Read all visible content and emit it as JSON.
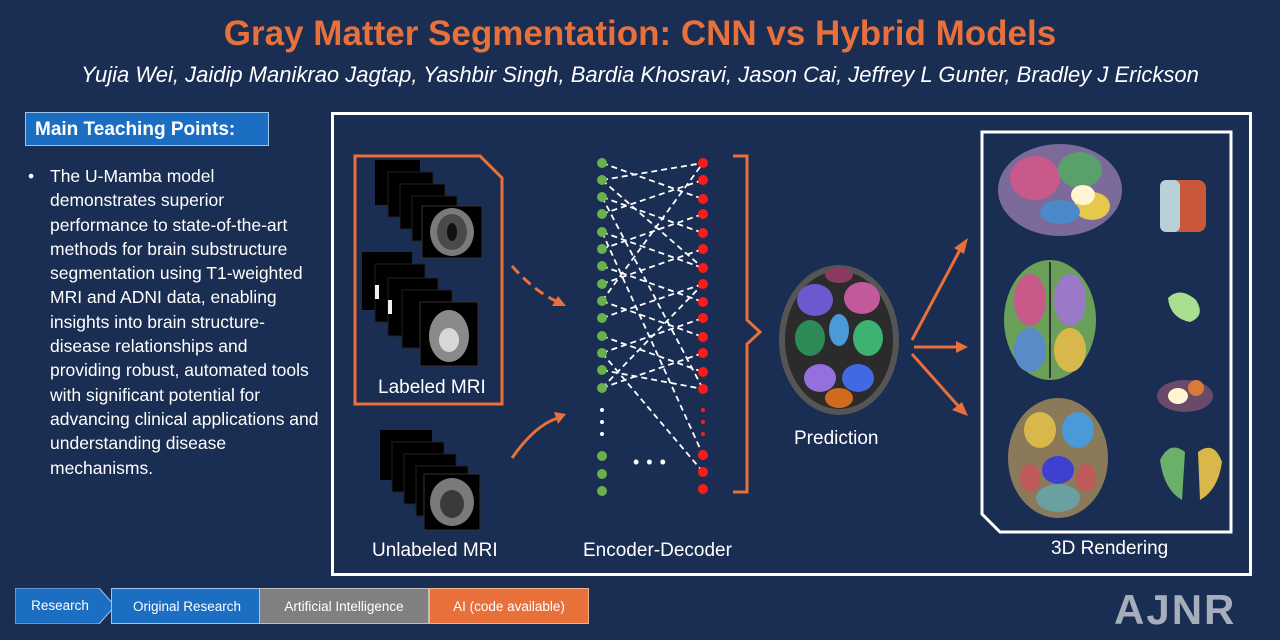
{
  "header": {
    "title": "Gray Matter Segmentation: CNN vs Hybrid Models",
    "authors": "Yujia Wei, Jaidip Manikrao Jagtap, Yashbir Singh, Bardia Khosravi, Jason Cai, Jeffrey L Gunter, Bradley J Erickson"
  },
  "sidebar": {
    "heading": "Main Teaching Points:",
    "bullet_symbol": "•",
    "bullet_text": "The U-Mamba model demonstrates superior performance to state-of-the-art methods for brain substructure segmentation using T1-weighted MRI and ADNI data, enabling insights into brain structure-disease relationships and providing robust, automated tools with significant potential for advancing clinical applications and understanding disease mechanisms."
  },
  "diagram": {
    "labeled_label": "Labeled MRI",
    "unlabeled_label": "Unlabeled MRI",
    "network_label": "Encoder-Decoder",
    "prediction_label": "Prediction",
    "rendering_label": "3D Rendering",
    "ellipsis": "• • •",
    "colors": {
      "accent": "#e8703a",
      "encoder_node": "#6ab04c",
      "decoder_node": "#ff1a1a",
      "background": "#1a2d52"
    }
  },
  "footer": {
    "tags": {
      "research": "Research",
      "original": "Original Research",
      "ai": "Artificial Intelligence",
      "ai_code": "AI (code available)"
    },
    "logo": "AJNR"
  }
}
